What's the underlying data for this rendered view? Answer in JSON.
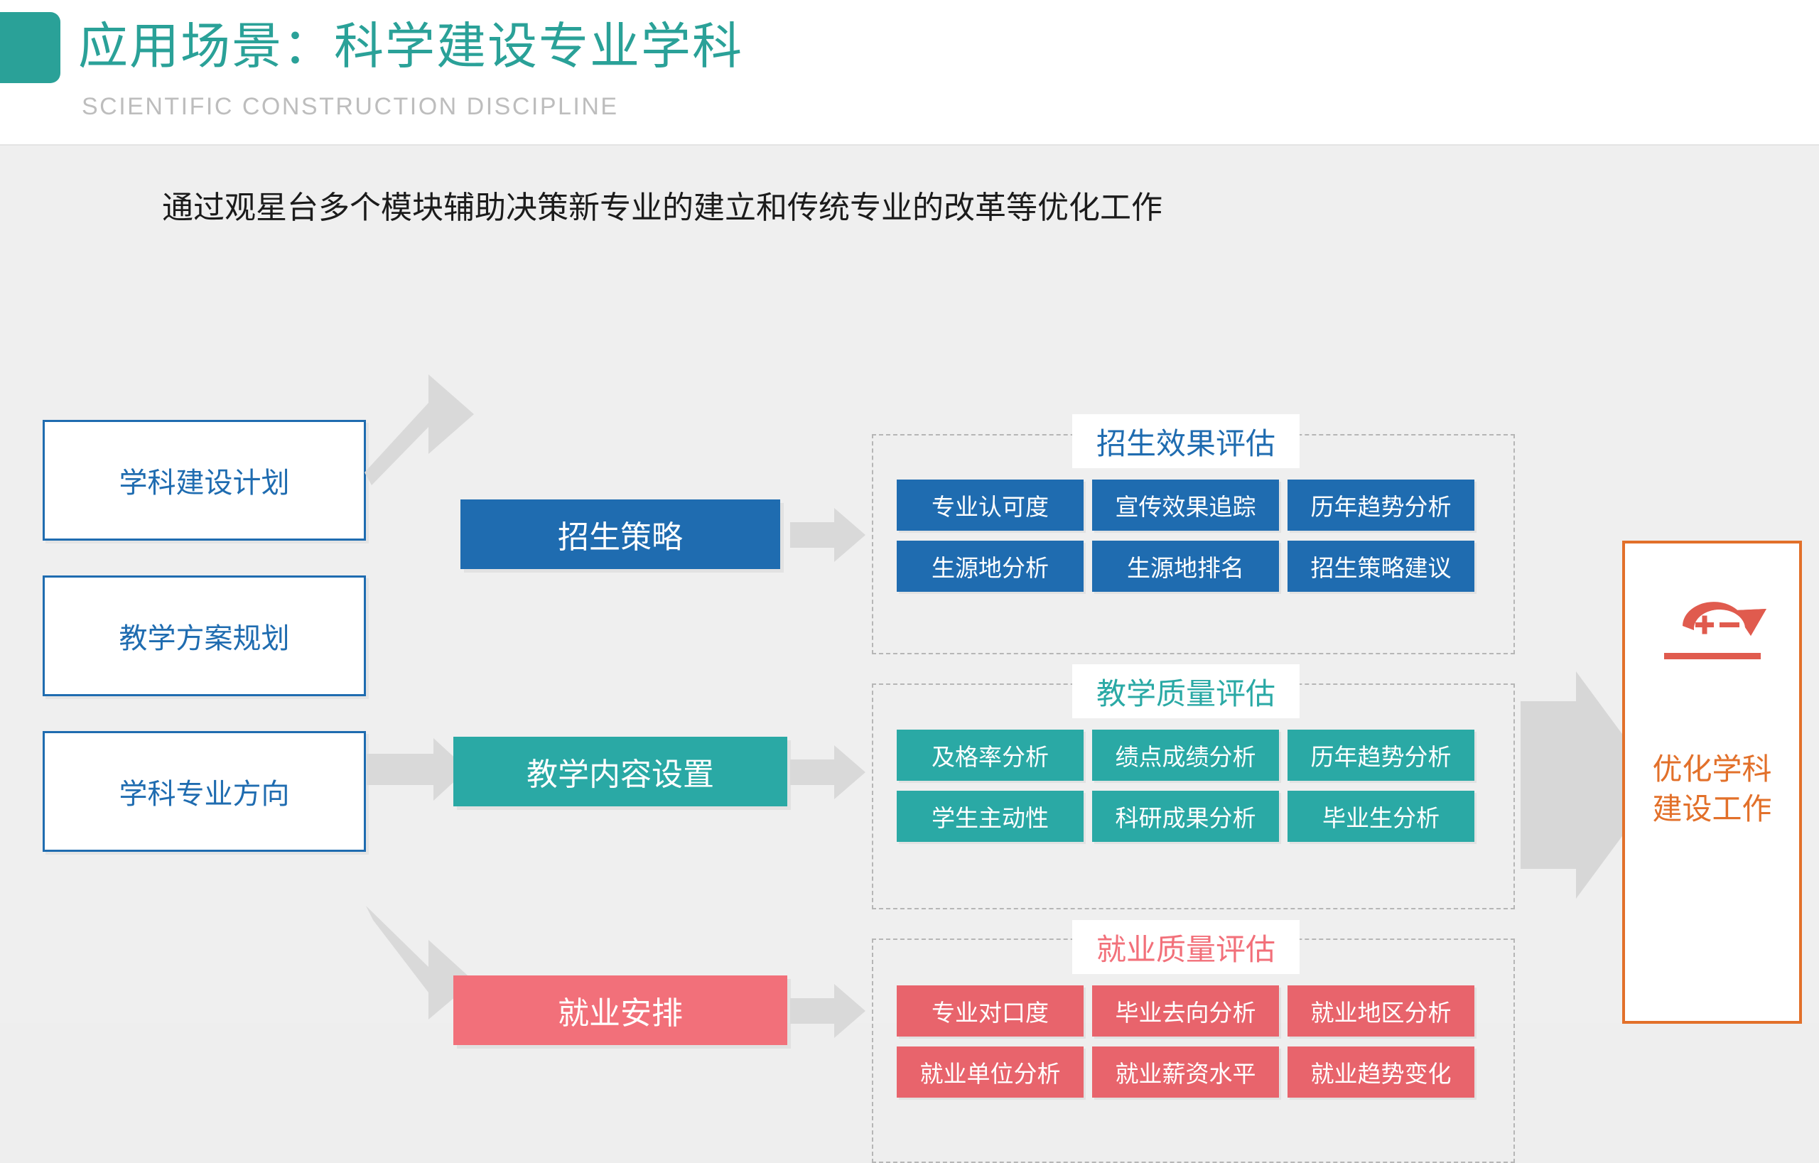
{
  "header": {
    "title": "应用场景：科学建设专业学科",
    "subtitle": "SCIENTIFIC CONSTRUCTION DISCIPLINE",
    "accent_color": "#2aa198"
  },
  "lead": "通过观星台多个模块辅助决策新专业的建立和传统专业的改革等优化工作",
  "inputs": [
    {
      "label": "学科建设计划"
    },
    {
      "label": "教学方案规划"
    },
    {
      "label": "学科专业方向"
    }
  ],
  "stages": [
    {
      "label": "招生策略",
      "color": "#1f6cb0"
    },
    {
      "label": "教学内容设置",
      "color": "#2aa9a5"
    },
    {
      "label": "就业安排",
      "color": "#f2707a"
    }
  ],
  "panels": [
    {
      "title": "招生效果评估",
      "color": "#1f6cb0",
      "cells": [
        "专业认可度",
        "宣传效果追踪",
        "历年趋势分析",
        "生源地分析",
        "生源地排名",
        "招生策略建议"
      ]
    },
    {
      "title": "教学质量评估",
      "color": "#2aa9a5",
      "cells": [
        "及格率分析",
        "绩点成绩分析",
        "历年趋势分析",
        "学生主动性",
        "科研成果分析",
        "毕业生分析"
      ]
    },
    {
      "title": "就业质量评估",
      "color": "#f2707a",
      "cells": [
        "专业对口度",
        "毕业去向分析",
        "就业地区分析",
        "就业单位分析",
        "就业薪资水平",
        "就业趋势变化"
      ]
    }
  ],
  "result": {
    "line1": "优化学科",
    "line2": "建设工作",
    "icon": "cycle-plus-minus-icon",
    "color": "#e2702a",
    "icon_color": "#e05b4e"
  },
  "arrows": {
    "color": "#d9d9d9",
    "chevron_name": "big-chevron-right"
  }
}
